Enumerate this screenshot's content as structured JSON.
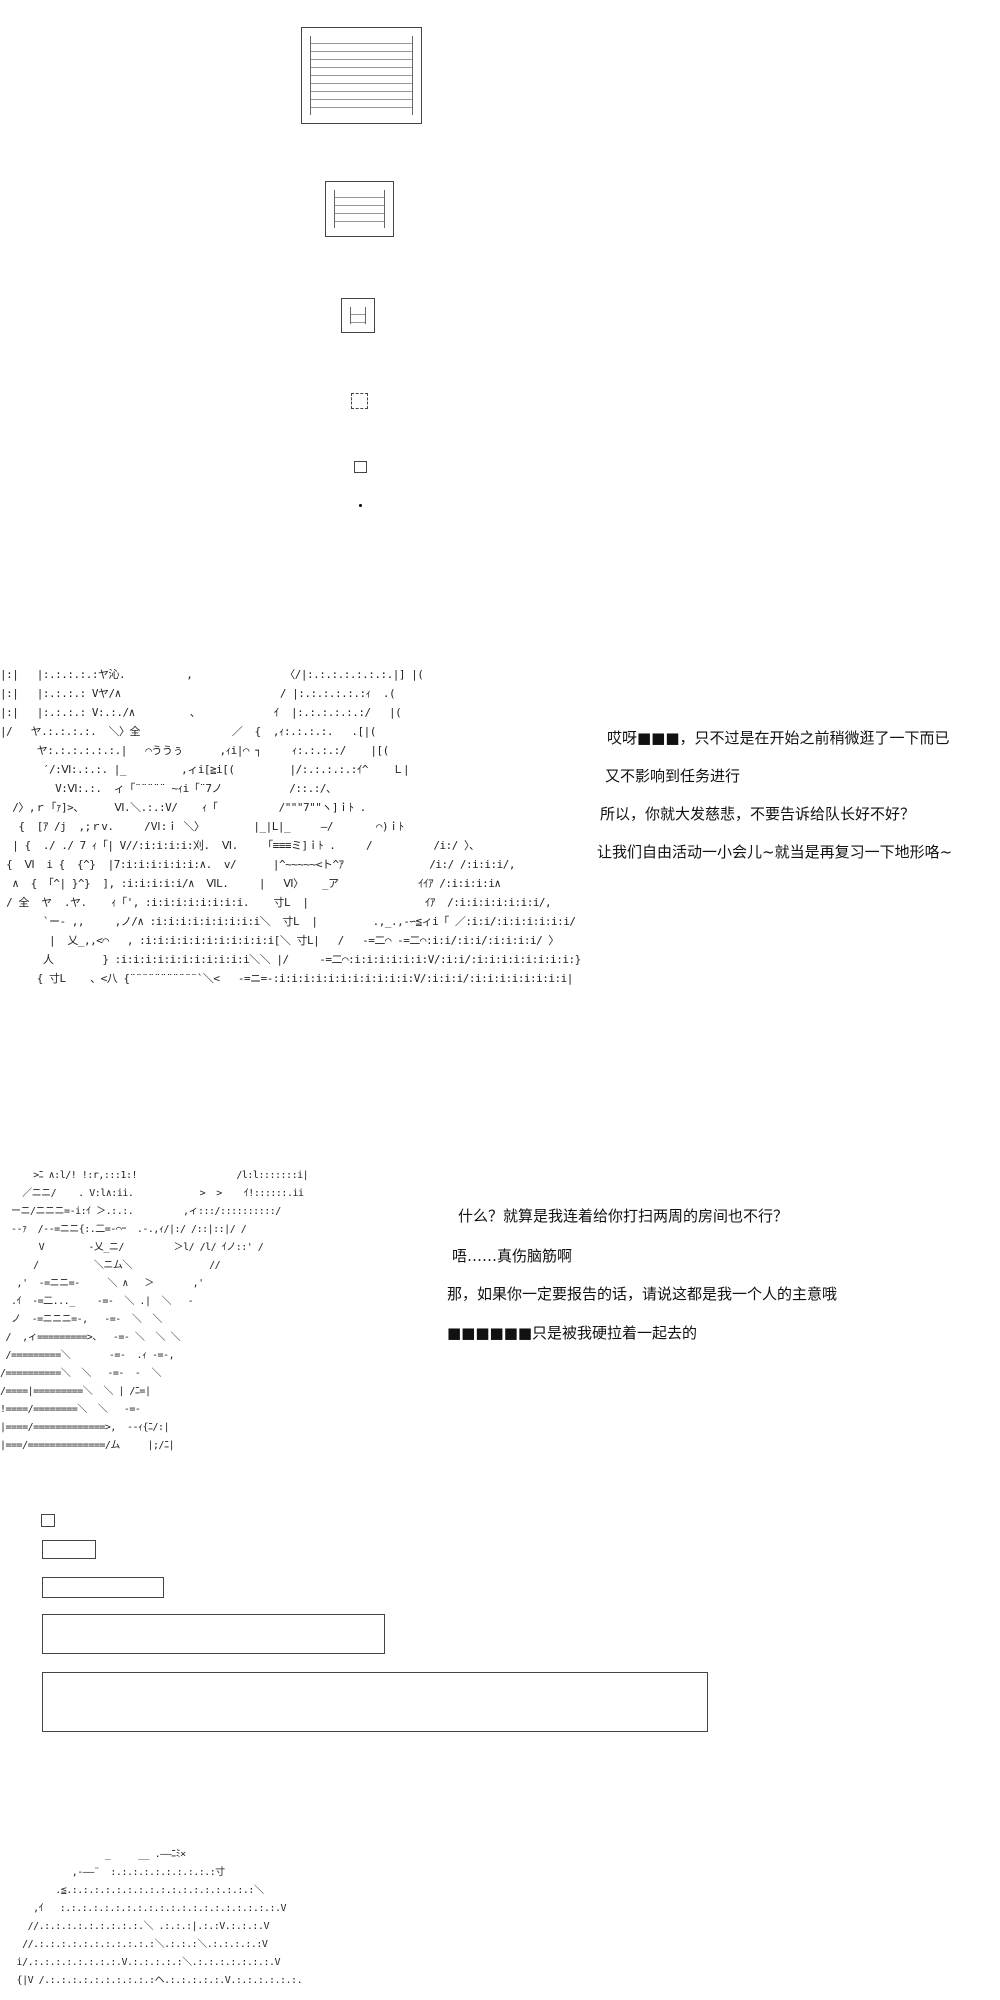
{
  "dialogue_1": [
    "哎呀■■■，只不过是在开始之前稍微逛了一下而已",
    "又不影响到任务进行",
    "所以，你就大发慈悲，不要告诉给队长好不好？",
    "让我们自由活动一小会儿~就当是再复习一下地形咯~"
  ],
  "dialogue_2": [
    "什么？就算是我连着给你打扫两周的房间也不行？",
    "唔……真伤脑筋啊",
    "那，如果你一定要报告的话，请说这都是我一个人的主意哦",
    "■■■■■■只是被我硬拉着一起去的"
  ],
  "art_1": [
    "|:|   |:.:.:.:.:ヤ沁.          ,               〈/|:.:.:.:.:.:.:.|] |(",
    "|:|   |:.:.:.: Vヤ/∧                          / |:.:.:.:.:.:ｨ  .(",
    "|:|   |:.:.:.: V:.:./∧         、            ｲ  |:.:.:.:.:.:/   |(",
    "|/   ヤ.:.:.:.:.  ＼〉全               ／  {  ,ｨ:.:.:.:.   .[|(",
    "      ヤ:.:.:.:.:.:.|   ⌒ううぅ      ,ｨi|⌒ ┐     ｨ:.:.:.:/    |[(",
    "       ′/:Ⅵ:.:.:. |_         ,ィi[≧i[(         |/:.:.:.:.:ｲ^    Ｌ|",
    "         V:Ⅵ:.:.  ィ「¨¨¨¨¨ ~ｨi「¨7ノ           /::.:/、",
    "  /〉,ｒ「ｧ]>、     Ⅵ.＼.:.:V/    ｨ「          /\"\"\"7\"\"ヽ]ｉﾄ .",
    "   {  [ｱ /j  ,;ｒv.     /Ⅵ:ｉ ＼〉        |_|L|_     —/       ⌒)ｉﾄ",
    "  | {  ./ ./ 7 ｨ「| V//:i:i:i:i:刈.  Ⅵ.    「≡≡≡ミ]ｉﾄ .     /          /i:/ 〉、",
    " {  Ⅵ  i {  {^}  |7:i:i:i:i:i:i:∧.  v/      |^~~~~~<ト^ｱ              /i:/ /:i:i:i/,",
    "  ∧  { 「^| }^}  ], :i:i:i:i:i/∧  ⅥL.     |   Ⅵ〉   _ア             ｲｲｱ /:i:i:i:i∧",
    " / 全  ヤ  .ヤ.    ｨ「', :i:i:i:i:i:i:i:i.    寸L  |                   ｲｱ  /:i:i:i:i:i:i:i/,",
    "       `ー- ,,     ,ノ/∧ :i:i:i:i:i:i:i:i:i＼  寸L  |         .,_.,-∽≦ィi「 ／:i:i/:i:i:i:i:i:i/",
    "        |  乂_,,<⌒   , :i:i:i:i:i:i:i:i:i:i:i[＼ 寸L|   /   -=二⌒ -=二⌒:i:i/:i:i/:i:i:i:i/ 〉",
    "       人        } :i:i:i:i:i:i:i:i:i:i:i＼＼ |/     -=二⌒:i:i:i:i:i:i:V/:i:i/:i:i:i:i:i:i:i:i:}",
    "      { 寸L    、<八 {¨¨¨¨¨¨¨¨¨¨¨`＼<   -=ニ=-:i:i:i:i:i:i:i:i:i:i:i:V/:i:i:i/:i:i:i:i:i:i:i:i|"
  ],
  "art_2": [
    "      >ﾆ ∧:l/! !:r,:::1:!                  /l:l:::::::i|",
    "    ／ニニ/    . V:l∧:ii.            >  >    ｲ!::::::.ii",
    "  ーニ/ニニニ=-i:ｲ ＞.:.:.         ,ィ:::/::::::::::/",
    "  --ｧ  /--=ニニ{:.二=-⌒ｰ  .-.,ｨ/|:/ /::|::|/ /",
    "       V        -乂_ニ/         ＞l/ /l/ ｲノ::' /",
    "      /          ＼ニム＼              //",
    "   ,'  -=ニニ=-     ＼ ∧   ＞       ,'",
    "  .ｲ  -=二..._    -=-  ＼ .|  ＼   -",
    "  ノ  -=ニニニ=-,   -=-  ＼  ＼",
    " /  ,ィ=========>、  -=- ＼  ＼ ＼",
    " /=========＼       -=-  .ｨ -=-,",
    "/==========＼  ＼   -=-  -  ＼",
    "/====|=========＼  ＼ | /ﾆ=|",
    "!====/========＼  ＼   -=-",
    "|====/=============>,  --ｨ{ﾆ/:|",
    "|===/==============/ム     |;/ﾆ|"
  ],
  "art_3": [
    "                   _     __ .——ﾆﾐ×",
    "             ,-——¨  :.:.:.:.:.:.:.:.:.:寸",
    "          .≦.:.:.:.:.:.:.:.:.:.:.:.:.:.:.:.:.:＼",
    "      ,ｲ   :.:.:.:.:.:.:.:.:.:.:.:.:.:.:.:.:.:.:.:.V",
    "     //.:.:.:.:.:.:.:.:.:.＼ .:.:.:|.:.:V.:.:.:.V",
    "    //.:.:.:.:.:.:.:.:.:.:.:＼.:.:.:＼.:.:.:.:.:V",
    "   i/.:.:.:.:.:.:.:.:.V.:.:.:.:.:＼.:.:.:.:.:.:.:.V",
    "   {|V /.:.:.:.:.:.:.:.:.:.:ヘ.:.:.:.:.:.V.:.:.:.:.:.:."
  ]
}
